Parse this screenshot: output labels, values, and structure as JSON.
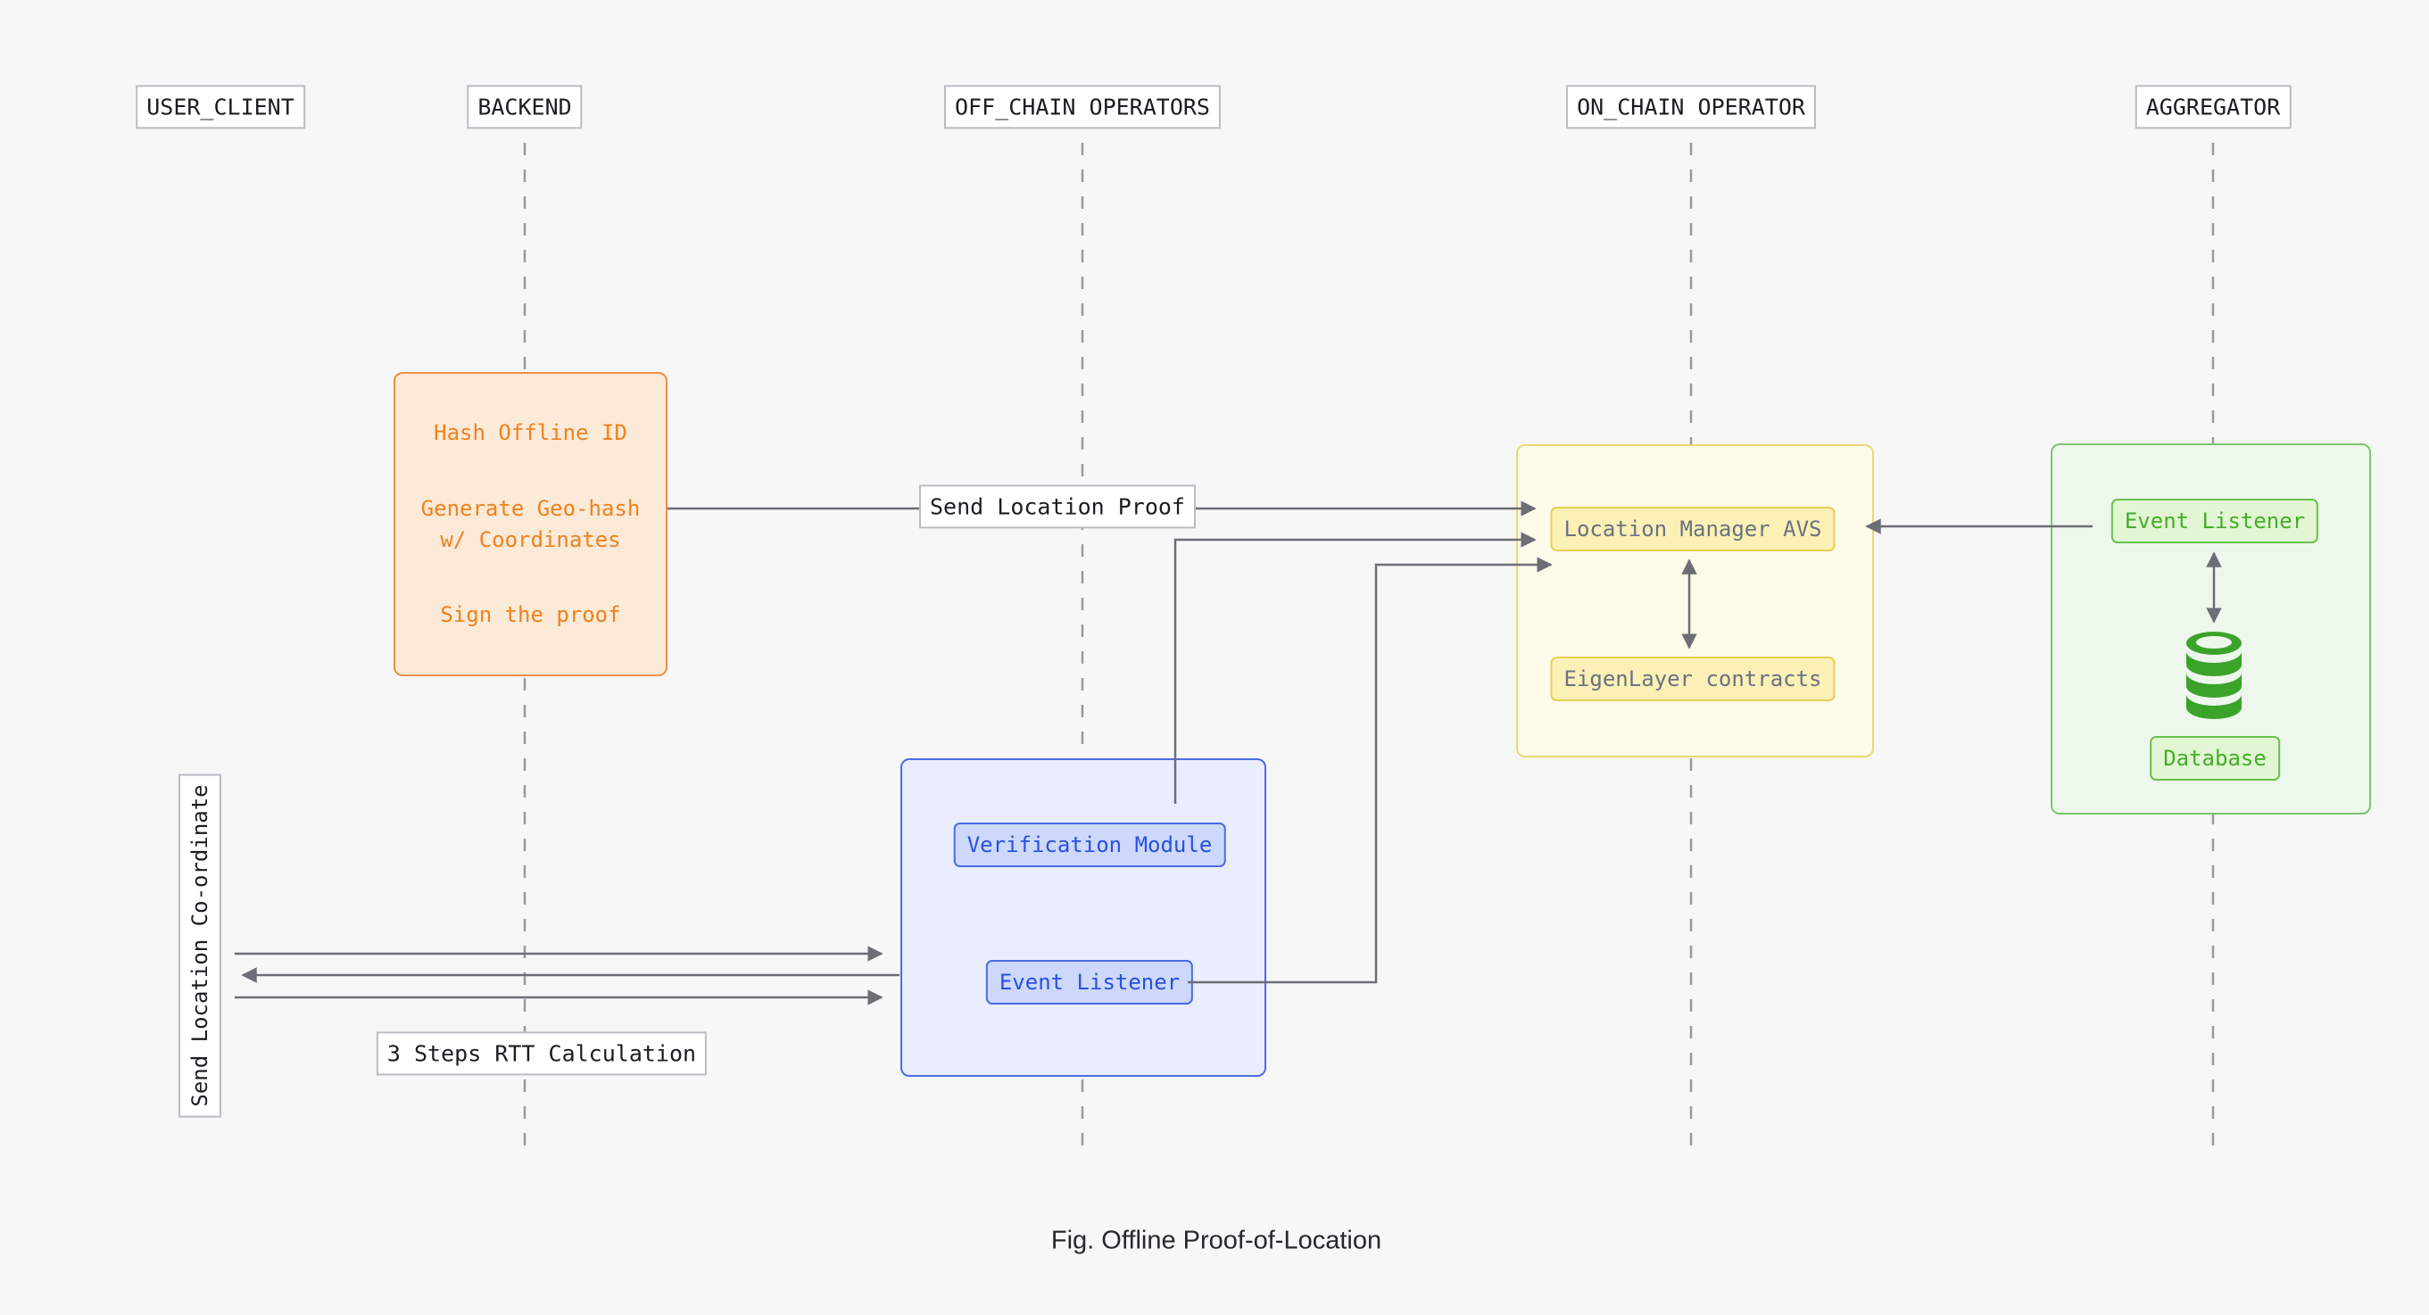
{
  "caption": "Fig. Offline Proof-of-Location",
  "lanes": [
    {
      "id": "user_client",
      "label": "USER_CLIENT"
    },
    {
      "id": "backend",
      "label": "BACKEND"
    },
    {
      "id": "off_chain",
      "label": "OFF_CHAIN OPERATORS"
    },
    {
      "id": "on_chain",
      "label": "ON_CHAIN OPERATOR"
    },
    {
      "id": "aggregator",
      "label": "AGGREGATOR"
    }
  ],
  "backend_box": {
    "steps": [
      "Hash Offline ID",
      "Generate Geo-hash w/ Coordinates",
      "Sign the proof"
    ]
  },
  "off_chain_box": {
    "modules": [
      "Verification Module",
      "Event Listener"
    ]
  },
  "on_chain_box": {
    "modules": [
      "Location Manager AVS",
      "EigenLayer contracts"
    ]
  },
  "aggregator_box": {
    "modules": [
      "Event Listener",
      "Database"
    ],
    "icon": "database-cylinder-icon"
  },
  "messages": {
    "send_location_proof": "Send Location Proof",
    "send_location_coordinate": "Send Location Co-ordinate",
    "rtt_calculation": "3 Steps RTT Calculation"
  },
  "colors": {
    "background": "#f7f7f8",
    "lifeline": "#97999e",
    "arrow": "#6b6e74",
    "label_border": "#b9bcc2",
    "label_text": "#1b1d21",
    "orange_fill": "#fbead7",
    "orange_border": "#ef8f44",
    "orange_text": "#f0811f",
    "yellow_fill": "#fdfae9",
    "yellow_border": "#ebd977",
    "yellow_chip_fill": "#fbf0b5",
    "yellow_chip_border": "#e7ce55",
    "yellow_chip_text": "#6b7280",
    "blue_fill": "#e9edfd",
    "blue_border": "#4b6be4",
    "blue_chip_fill": "#cdd8fb",
    "blue_chip_text": "#2950e0",
    "green_fill": "#eef7ec",
    "green_border": "#7cc66f",
    "green_chip_fill": "#e2f6d4",
    "green_chip_border": "#68c24b",
    "green_chip_text": "#43ae27",
    "database_icon": "#3ba32a"
  }
}
